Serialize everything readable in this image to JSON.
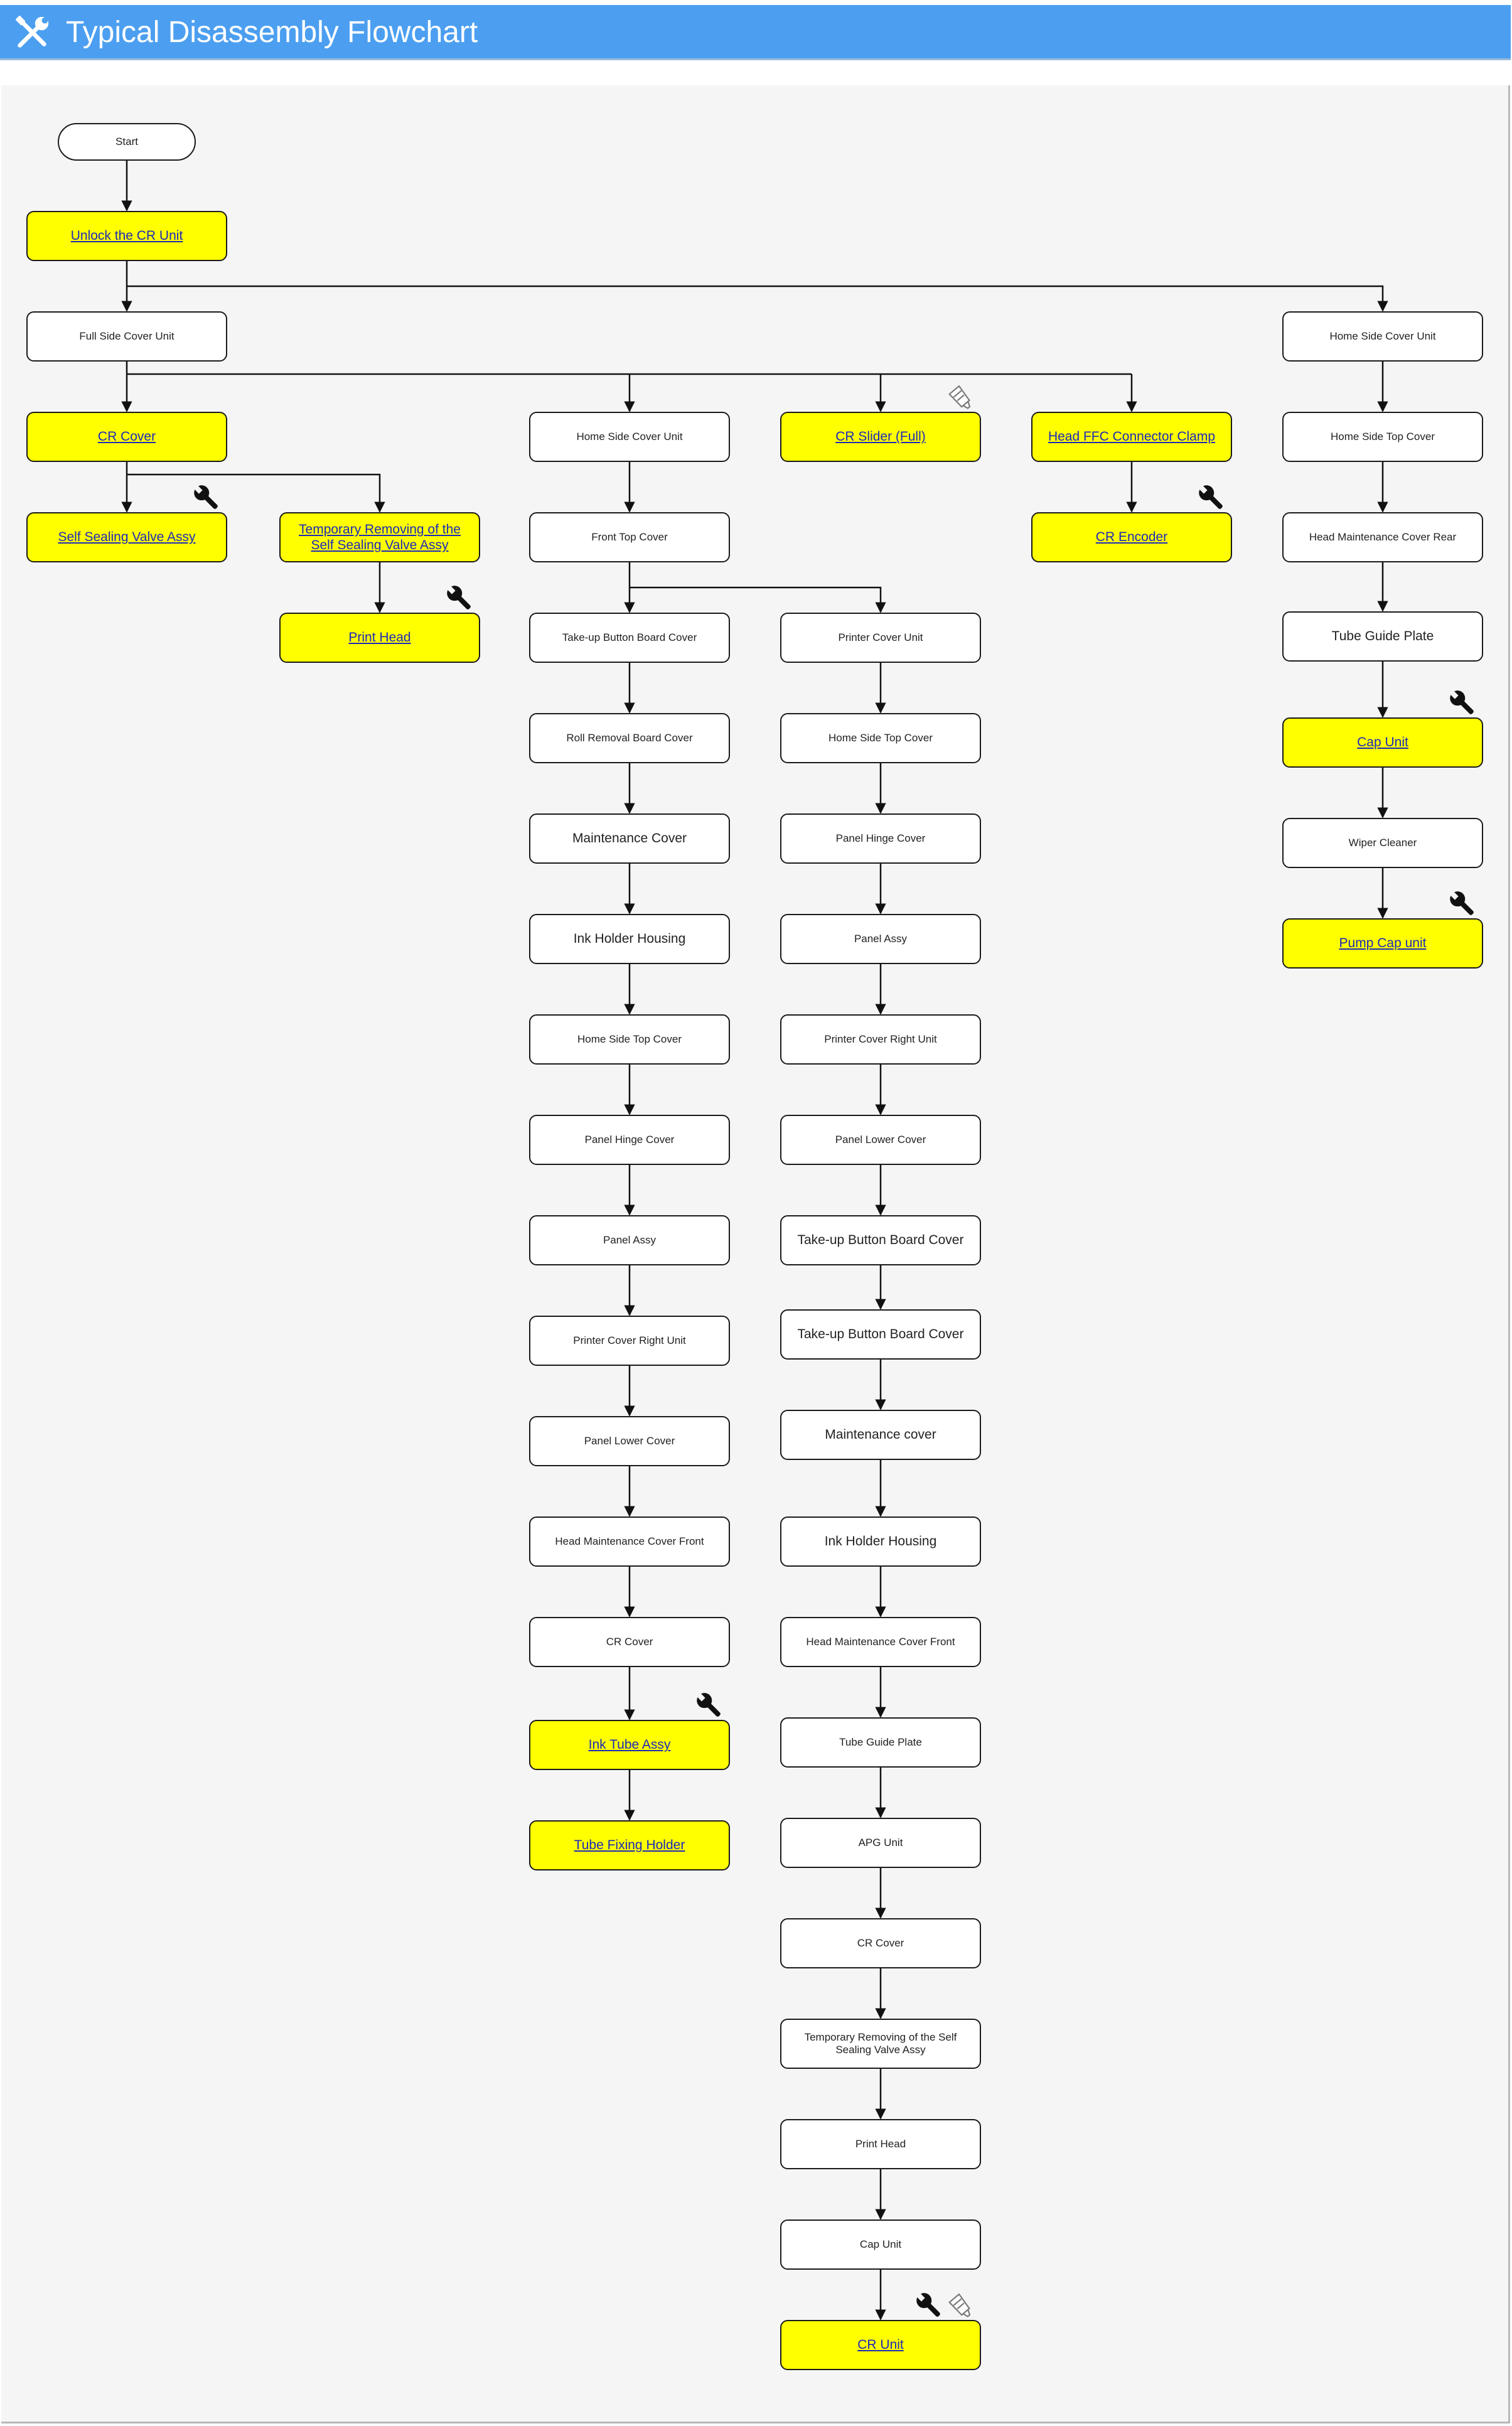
{
  "header": {
    "title": "Typical Disassembly Flowchart",
    "icon": "tools-icon"
  },
  "colors": {
    "header_bg": "#4c9ff0",
    "highlight": "#ffff00",
    "link": "#1d2ab8",
    "canvas": "#f5f5f5"
  },
  "nodes": {
    "start": "Start",
    "unlock_cr_unit": "Unlock the CR Unit",
    "full_side_cover_unit": "Full Side Cover Unit",
    "cr_cover": "CR Cover",
    "self_sealing_valve_assy": "Self Sealing Valve Assy",
    "temp_removing_valve": "Temporary Removing of the Self Sealing Valve Assy",
    "print_head": "Print Head",
    "b_home_side_cover_unit": "Home Side Cover Unit",
    "b_front_top_cover": "Front Top Cover",
    "b_takeup_button_board_cover": "Take-up Button Board Cover",
    "b_roll_removal_board_cover": "Roll Removal Board Cover",
    "b_maintenance_cover": "Maintenance Cover",
    "b_ink_holder_housing": "Ink Holder Housing",
    "b_home_side_top_cover": "Home Side Top Cover",
    "b_panel_hinge_cover": "Panel Hinge Cover",
    "b_panel_assy": "Panel Assy",
    "b_printer_cover_right_unit": "Printer Cover Right Unit",
    "b_panel_lower_cover": "Panel Lower Cover",
    "b_head_maintenance_cover_front": "Head Maintenance Cover Front",
    "b_cr_cover": "CR Cover",
    "b_ink_tube_assy": "Ink Tube Assy",
    "b_tube_fixing_holder": "Tube Fixing Holder",
    "cr_slider_full": "CR Slider (Full)",
    "c_printer_cover_unit": "Printer Cover Unit",
    "c_home_side_top_cover": "Home Side Top Cover",
    "c_panel_hinge_cover": "Panel Hinge Cover",
    "c_panel_assy": "Panel Assy",
    "c_printer_cover_right_unit": "Printer Cover Right Unit",
    "c_panel_lower_cover": "Panel Lower Cover",
    "c_takeup_button_board_cover_1": "Take-up Button Board Cover",
    "c_takeup_button_board_cover_2": "Take-up Button Board Cover",
    "c_maintenance_cover": "Maintenance cover",
    "c_ink_holder_housing": "Ink Holder Housing",
    "c_head_maintenance_cover_front": "Head Maintenance Cover Front",
    "c_tube_guide_plate": "Tube Guide Plate",
    "c_apg_unit": "APG Unit",
    "c_cr_cover": "CR Cover",
    "c_temp_removing_valve": "Temporary Removing of the Self Sealing Valve Assy",
    "c_print_head": "Print Head",
    "c_cap_unit": "Cap Unit",
    "c_cr_unit": "CR Unit",
    "head_ffc_connector_clamp": "Head FFC Connector Clamp",
    "cr_encoder": "CR Encoder",
    "e_home_side_cover_unit": "Home Side Cover Unit",
    "e_home_side_top_cover": "Home Side Top Cover",
    "e_head_maintenance_cover_rear": "Head Maintenance Cover Rear",
    "e_tube_guide_plate": "Tube Guide Plate",
    "e_cap_unit": "Cap Unit",
    "e_wiper_cleaner": "Wiper Cleaner",
    "e_pump_cap_unit": "Pump Cap unit"
  },
  "badges": {
    "self_sealing_valve_assy": [
      "wrench-icon"
    ],
    "print_head": [
      "wrench-icon"
    ],
    "cr_slider_full": [
      "grease-tube-icon"
    ],
    "cr_encoder": [
      "wrench-icon"
    ],
    "b_ink_tube_assy": [
      "wrench-icon"
    ],
    "c_cr_unit": [
      "wrench-icon",
      "grease-tube-icon"
    ],
    "e_cap_unit": [
      "wrench-icon"
    ],
    "e_pump_cap_unit": [
      "wrench-icon"
    ]
  }
}
